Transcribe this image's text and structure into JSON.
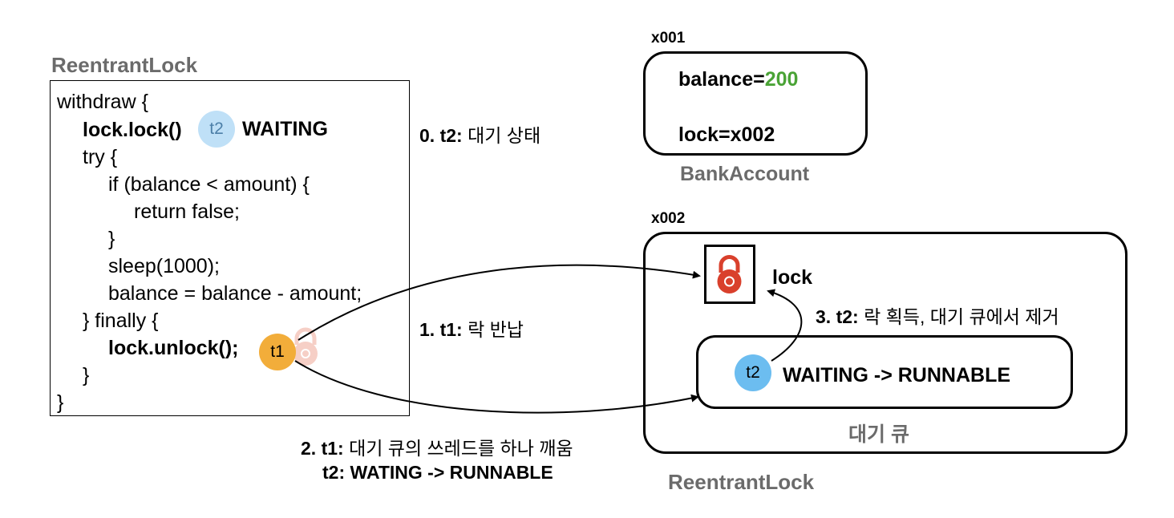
{
  "code_panel": {
    "title": "ReentrantLock",
    "lines": [
      "withdraw {",
      "lock.lock()",
      "try {",
      "if (balance < amount) {",
      "return false;",
      "}",
      "sleep(1000);",
      "balance = balance - amount;",
      "} finally {",
      "lock.unlock();",
      "}",
      "}"
    ],
    "t2_badge": "t2",
    "t2_state": "WAITING",
    "t1_badge": "t1"
  },
  "steps": {
    "step0_num": "0. t2:",
    "step0_text": "대기 상태",
    "step1_num": "1. t1:",
    "step1_text": "락 반납",
    "step2_num": "2. t1:",
    "step2_text": "대기 큐의 쓰레드를 하나 깨움",
    "step2_line2": "t2: WATING -> RUNNABLE",
    "step3_num": "3. t2:",
    "step3_text": "락 획득, 대기 큐에서 제거"
  },
  "bank_account": {
    "address": "x001",
    "balance_label": "balance=",
    "balance_value": "200",
    "lock_field": "lock=x002",
    "caption": "BankAccount"
  },
  "reentrant_lock": {
    "address": "x002",
    "lock_label": "lock",
    "queue_thread": "t2",
    "queue_state": "WAITING -> RUNNABLE",
    "queue_caption": "대기 큐",
    "caption": "ReentrantLock"
  },
  "colors": {
    "t1": "#f2ad3a",
    "t2_faded": "#bfe0f7",
    "t2": "#6cbdf0",
    "balance_value": "#4aa336",
    "lock_icon": "#d9402c",
    "lock_icon_faded": "#f6cfc6",
    "title_gray": "#6b6b6b"
  },
  "icons": {
    "lock_icon": "padlock-red",
    "faded_lock_icon": "padlock-faded"
  }
}
